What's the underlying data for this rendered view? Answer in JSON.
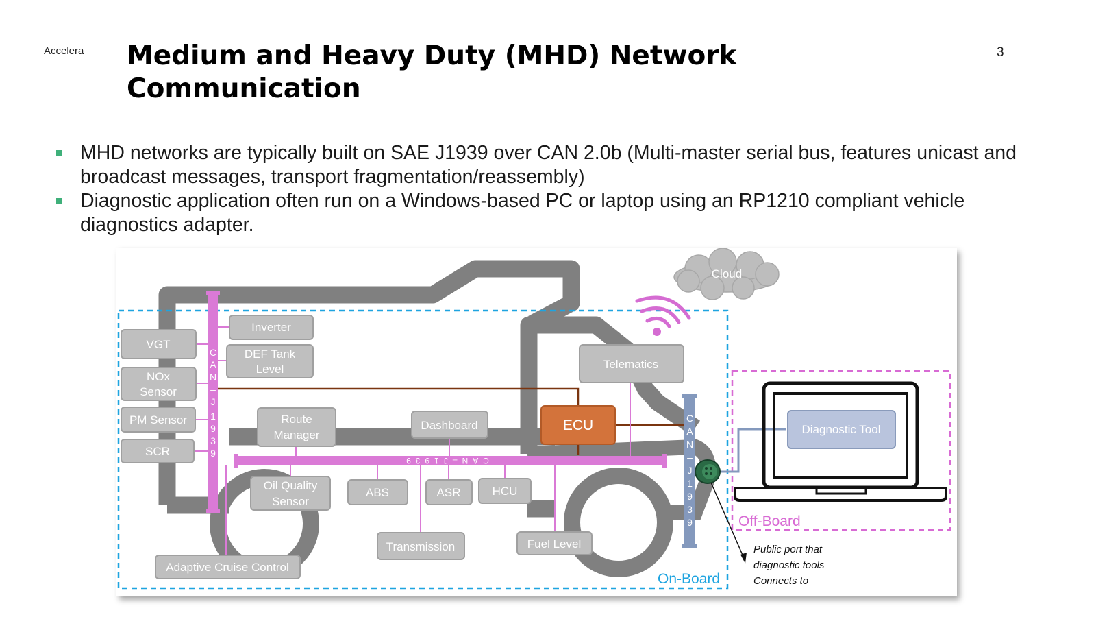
{
  "header": {
    "brand": "Accelera",
    "title": "Medium and Heavy Duty (MHD) Network Communication",
    "page_number": "3"
  },
  "bullets": [
    "MHD networks are typically built on SAE J1939 over CAN 2.0b (Multi-master serial bus, features unicast and broadcast messages, transport fragmentation/reassembly)",
    "Diagnostic application often run on a Windows-based PC or laptop using an RP1210 compliant vehicle diagnostics adapter."
  ],
  "diagram": {
    "boxes": {
      "vgt": [
        "VGT"
      ],
      "nox": [
        "NOx",
        "Sensor"
      ],
      "pm": [
        "PM Sensor"
      ],
      "scr": [
        "SCR"
      ],
      "inverter": [
        "Inverter"
      ],
      "def": [
        "DEF Tank",
        "Level"
      ],
      "route": [
        "Route",
        "Manager"
      ],
      "dashboard": [
        "Dashboard"
      ],
      "telematics": [
        "Telematics"
      ],
      "ecu": [
        "ECU"
      ],
      "oil": [
        "Oil Quality",
        "Sensor"
      ],
      "abs": [
        "ABS"
      ],
      "asr": [
        "ASR"
      ],
      "hcu": [
        "HCU"
      ],
      "transmission": [
        "Transmission"
      ],
      "fuel": [
        "Fuel Level"
      ],
      "acc": [
        "Adaptive Cruise Control"
      ],
      "diag": [
        "Diagnostic Tool"
      ]
    },
    "bus_labels": {
      "left_vertical": [
        "C",
        "A",
        "N",
        "–",
        "J",
        "1",
        "9",
        "3",
        "9"
      ],
      "right_vertical": [
        "C",
        "A",
        "N",
        "–",
        "J",
        "1",
        "9",
        "3",
        "9"
      ],
      "horizontal": "CAN–J1939"
    },
    "cloud_label": "Cloud",
    "onboard_label": "On-Board",
    "offboard_label": "Off-Board",
    "port_note": [
      "Public port that",
      "diagnostic tools",
      "Connects to"
    ],
    "colors": {
      "truck": "#808080",
      "can_bus": "#da7ad6",
      "diag_bus": "#8499bd",
      "ecu": "#d3733b",
      "box_fill": "#bfbfbf",
      "box_border": "#a0a0a0",
      "onboard": "#1ea4e0",
      "offboard": "#d86bd4",
      "wire": "#7a3510",
      "port": "#2a6a45"
    },
    "icons": [
      "wifi-icon",
      "cloud-icon",
      "laptop-icon",
      "obd-port-icon"
    ]
  }
}
